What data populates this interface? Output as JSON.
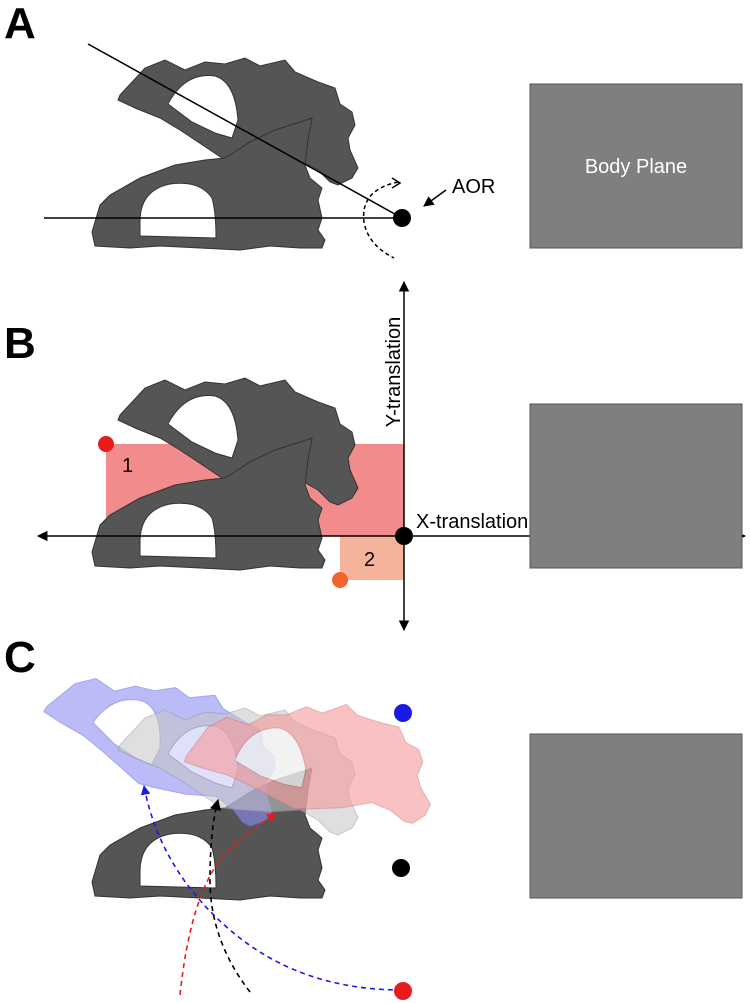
{
  "panels": {
    "a": {
      "letter": "A",
      "aor_label": "AOR",
      "body_plane_label": "Body Plane"
    },
    "b": {
      "letter": "B",
      "y_translation_label": "Y-translation",
      "x_translation_label": "X-translation",
      "region_1_label": "1",
      "region_2_label": "2"
    },
    "c": {
      "letter": "C"
    }
  },
  "colors": {
    "skull_fill": "#555555",
    "body_plane_fill": "#7f7f7f",
    "region_1_fill": "#f28b8b",
    "region_2_fill": "#f4b39a",
    "marker_red": "#e81c1c",
    "marker_orange": "#f0652e",
    "marker_blue": "#1a1ae6",
    "marker_black": "#000000",
    "ghost_blue": "#8f8ff5",
    "ghost_gray": "#c6c6c6",
    "ghost_red": "#f59a9a"
  }
}
